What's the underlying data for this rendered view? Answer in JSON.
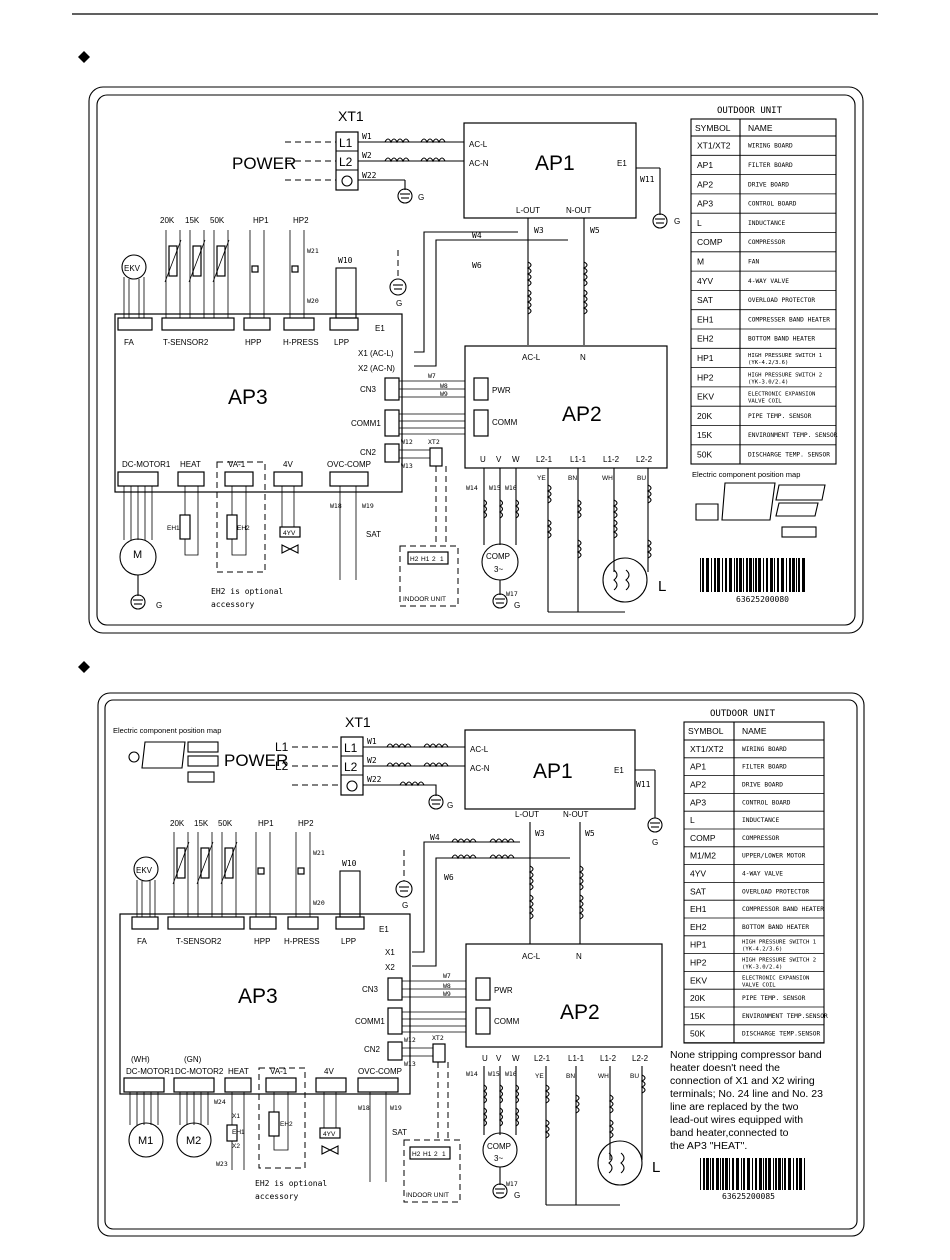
{
  "d1": {
    "xt1": "XT1",
    "power": "POWER",
    "l1": "L1",
    "l2": "L2",
    "w1": "W1",
    "w2": "W2",
    "w22": "W22",
    "w11": "W11",
    "w3": "W3",
    "w5": "W5",
    "w4": "W4",
    "w6": "W6",
    "w10": "W10",
    "w7": "W7",
    "w8": "W8",
    "w9": "W9",
    "w12": "W12",
    "w13": "W13",
    "w14": "W14",
    "w15": "W15",
    "w16": "W16",
    "w17": "W17",
    "w18": "W18",
    "w19": "W19",
    "w20": "W20",
    "w21": "W21",
    "ap1": "AP1",
    "acl": "AC-L",
    "acn": "AC-N",
    "e1": "E1",
    "lout": "L-OUT",
    "nout": "N-OUT",
    "ap2": "AP2",
    "ap2acl": "AC-L",
    "ap2n": "N",
    "pwr": "PWR",
    "comm": "COMM",
    "u": "U",
    "v": "V",
    "wt": "W",
    "l21": "L2-1",
    "l11": "L1-1",
    "l12": "L1-2",
    "l22": "L2-2",
    "ye": "YE",
    "bn": "BN",
    "wh": "WH",
    "bu": "BU",
    "ap3": "AP3",
    "fa": "FA",
    "tsensor": "T-SENSOR2",
    "hpp": "HPP",
    "hpress": "H-PRESS",
    "lpp": "LPP",
    "x1": "X1 (AC-L)",
    "x2": "X2 (AC-N)",
    "cn3": "CN3",
    "comm1": "COMM1",
    "cn2": "CN2",
    "xt2": "XT2",
    "dcmotor": "DC-MOTOR1",
    "heat": "HEAT",
    "va1": "VA-1",
    "fourv": "4V",
    "ovc": "OVC-COMP",
    "r20k": "20K",
    "r15k": "15K",
    "r50k": "50K",
    "hp1": "HP1",
    "hp2": "HP2",
    "ekv": "EKV",
    "m": "M",
    "g": "G",
    "eh1": "EH1",
    "eh2": "EH2",
    "fouryv": "4YV",
    "sat": "SAT",
    "comp": "COMP",
    "comp3": "3~",
    "bigl": "L",
    "eh2note1": "EH2 is optional",
    "eh2note2": "accessory",
    "indoor": "INDOOR UNIT",
    "h2": "H2",
    "h1": "H1",
    "t2": "2",
    "t1": "1",
    "posmap": "Electric component position map",
    "barcode": "63625200080"
  },
  "table1": {
    "title": "OUTDOOR UNIT",
    "head_symbol": "SYMBOL",
    "head_name": "NAME",
    "rows": [
      {
        "s": "XT1/XT2",
        "n": "WIRING BOARD"
      },
      {
        "s": "AP1",
        "n": "FILTER BOARD"
      },
      {
        "s": "AP2",
        "n": "DRIVE BOARD"
      },
      {
        "s": "AP3",
        "n": "CONTROL BOARD"
      },
      {
        "s": "L",
        "n": "INDUCTANCE"
      },
      {
        "s": "COMP",
        "n": "COMPRESSOR"
      },
      {
        "s": "M",
        "n": "FAN"
      },
      {
        "s": "4YV",
        "n": "4-WAY VALVE"
      },
      {
        "s": "SAT",
        "n": "OVERLOAD PROTECTOR"
      },
      {
        "s": "EH1",
        "n": "COMPRESSER BAND HEATER"
      },
      {
        "s": "EH2",
        "n": "BOTTOM BAND HEATER"
      },
      {
        "s": "HP1",
        "n": "HIGH PRESSURE SWITCH 1 (YK-4.2/3.6)"
      },
      {
        "s": "HP2",
        "n": "HIGH PRESSURE SWITCH 2 (YK-3.0/2.4)"
      },
      {
        "s": "EKV",
        "n": "ELECTRONIC EXPANSION VALVE COIL"
      },
      {
        "s": "20K",
        "n": "PIPE TEMP. SENSOR"
      },
      {
        "s": "15K",
        "n": "ENVIRONMENT TEMP. SENSOR"
      },
      {
        "s": "50K",
        "n": "DISCHARGE TEMP. SENSOR"
      }
    ]
  },
  "d2": {
    "xt1": "XT1",
    "power": "POWER",
    "l1": "L1",
    "l2": "L2",
    "w1": "W1",
    "w2": "W2",
    "w22": "W22",
    "w11": "W11",
    "w3": "W3",
    "w5": "W5",
    "w4": "W4",
    "w6": "W6",
    "w10": "W10",
    "w7": "W7",
    "w8": "W8",
    "w9": "W9",
    "w12": "W12",
    "w13": "W13",
    "w14": "W14",
    "w15": "W15",
    "w16": "W16",
    "w17": "W17",
    "w18": "W18",
    "w19": "W19",
    "w20": "W20",
    "w21": "W21",
    "w23": "W23",
    "w24": "W24",
    "ap1": "AP1",
    "acl": "AC-L",
    "acn": "AC-N",
    "e1": "E1",
    "lout": "L-OUT",
    "nout": "N-OUT",
    "ap2": "AP2",
    "ap2acl": "AC-L",
    "ap2n": "N",
    "pwr": "PWR",
    "comm": "COMM",
    "u": "U",
    "v": "V",
    "wt": "W",
    "l21": "L2-1",
    "l11": "L1-1",
    "l12": "L1-2",
    "l22": "L2-2",
    "ye": "YE",
    "bn": "BN",
    "wh": "WH",
    "bu": "BU",
    "ap3": "AP3",
    "fa": "FA",
    "tsensor": "T-SENSOR2",
    "hpp": "HPP",
    "hpress": "H-PRESS",
    "lpp": "LPP",
    "x1": "X1",
    "x2": "X2",
    "cn3": "CN3",
    "comm1": "COMM1",
    "cn2": "CN2",
    "xt2": "XT2",
    "whlbl": "(WH)",
    "gnlbl": "(GN)",
    "dcmotor1": "DC-MOTOR1",
    "dcmotor2": "DC-MOTOR2",
    "heat": "HEAT",
    "va1": "VA-1",
    "fourv": "4V",
    "ovc": "OVC-COMP",
    "r20k": "20K",
    "r15k": "15K",
    "r50k": "50K",
    "hp1": "HP1",
    "hp2": "HP2",
    "ekv": "EKV",
    "m1": "M1",
    "m2": "M2",
    "g": "G",
    "eh1": "EH1",
    "eh2": "EH2",
    "fouryv": "4YV",
    "sat": "SAT",
    "x1t": "X1",
    "x2t": "X2",
    "comp": "COMP",
    "comp3": "3~",
    "bigl": "L",
    "eh2note1": "EH2 is optional",
    "eh2note2": "accessory",
    "indoor": "INDOOR UNIT",
    "h2": "H2",
    "h1": "H1",
    "t2": "2",
    "t1": "1",
    "posmap": "Electric component position map",
    "barcode": "63625200085",
    "note": [
      "None stripping compressor band",
      "heater doesn't need the",
      "connection of X1 and X2 wiring",
      "terminals; No. 24 line and No. 23",
      "line are replaced by the two",
      "lead-out wires equipped with",
      "band heater,connected to",
      "the AP3 \"HEAT\"."
    ]
  },
  "table2": {
    "title": "OUTDOOR UNIT",
    "head_symbol": "SYMBOL",
    "head_name": "NAME",
    "rows": [
      {
        "s": "XT1/XT2",
        "n": "WIRING BOARD"
      },
      {
        "s": "AP1",
        "n": "FILTER BOARD"
      },
      {
        "s": "AP2",
        "n": "DRIVE BOARD"
      },
      {
        "s": "AP3",
        "n": "CONTROL BOARD"
      },
      {
        "s": "L",
        "n": "INDUCTANCE"
      },
      {
        "s": "COMP",
        "n": "COMPRESSOR"
      },
      {
        "s": "M1/M2",
        "n": "UPPER/LOWER MOTOR"
      },
      {
        "s": "4YV",
        "n": "4-WAY VALVE"
      },
      {
        "s": "SAT",
        "n": "OVERLOAD PROTECTOR"
      },
      {
        "s": "EH1",
        "n": "COMPRESSOR BAND HEATER"
      },
      {
        "s": "EH2",
        "n": "BOTTOM BAND HEATER"
      },
      {
        "s": "HP1",
        "n": "HIGH PRESSURE SWITCH 1 (YK-4.2/3.6)"
      },
      {
        "s": "HP2",
        "n": "HIGH PRESSURE SWITCH 2 (YK-3.0/2.4)"
      },
      {
        "s": "EKV",
        "n": "ELECTRONIC EXPANSION VALVE COIL"
      },
      {
        "s": "20K",
        "n": "PIPE TEMP. SENSOR"
      },
      {
        "s": "15K",
        "n": "ENVIRONMENT TEMP.SENSOR"
      },
      {
        "s": "50K",
        "n": "DISCHARGE TEMP.SENSOR"
      }
    ]
  }
}
